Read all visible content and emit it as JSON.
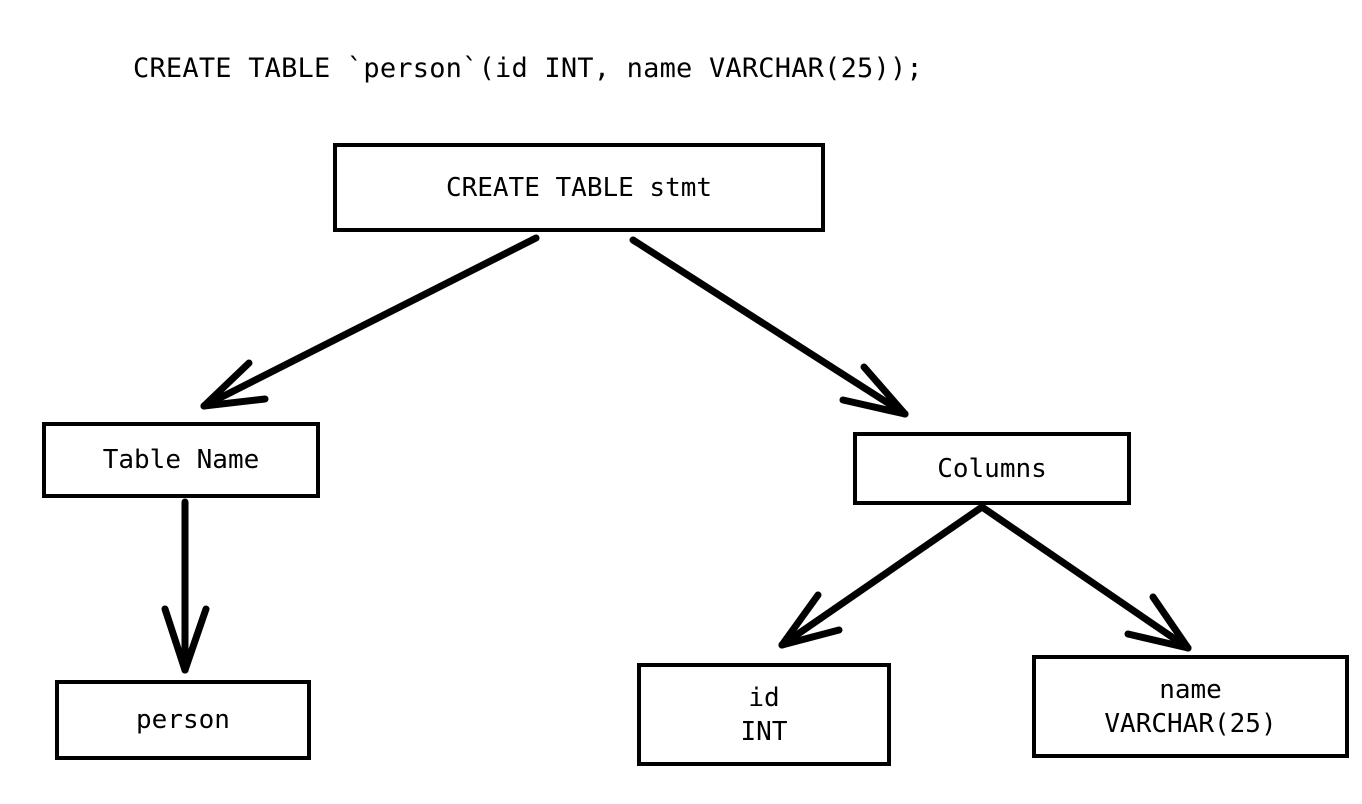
{
  "diagram": {
    "title": "CREATE TABLE `person`(id INT, name VARCHAR(25));",
    "type": "parse-tree",
    "background_color": "#ffffff",
    "stroke_color": "#000000",
    "text_color": "#000000",
    "nodes": {
      "root": {
        "label": "CREATE TABLE stmt"
      },
      "table_name": {
        "label": "Table Name"
      },
      "columns": {
        "label": "Columns"
      },
      "person": {
        "label": "person"
      },
      "column_id": {
        "line1": "id",
        "line2": "INT"
      },
      "column_name": {
        "line1": "name",
        "line2": "VARCHAR(25)"
      }
    },
    "edges": [
      {
        "name": "root-to-table-name",
        "from": "root",
        "to": "table_name"
      },
      {
        "name": "root-to-columns",
        "from": "root",
        "to": "columns"
      },
      {
        "name": "table-name-to-person",
        "from": "table_name",
        "to": "person"
      },
      {
        "name": "columns-to-column-id",
        "from": "columns",
        "to": "column_id"
      },
      {
        "name": "columns-to-column-name",
        "from": "columns",
        "to": "column_name"
      }
    ]
  }
}
